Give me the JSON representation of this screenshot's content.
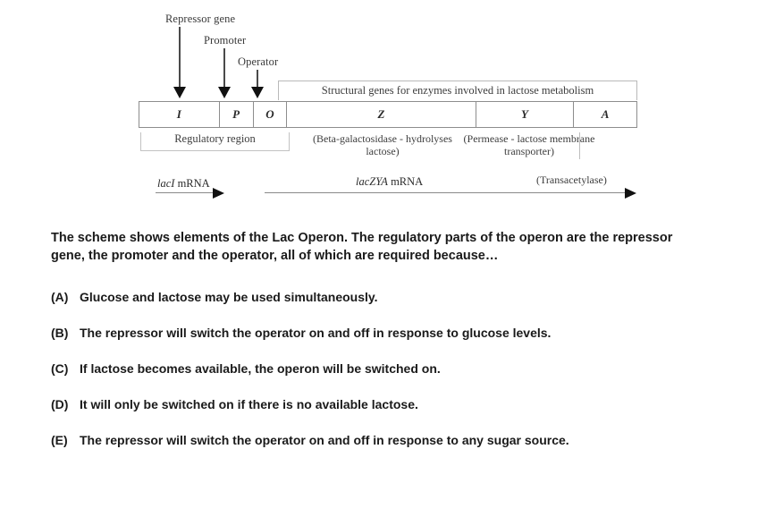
{
  "diagram": {
    "callouts": [
      {
        "label": "Repressor gene"
      },
      {
        "label": "Promoter"
      },
      {
        "label": "Operator"
      }
    ],
    "structural_bracket_label": "Structural genes for enzymes involved in lactose metabolism",
    "gene_table": {
      "cells": [
        {
          "label": "I"
        },
        {
          "label": "P"
        },
        {
          "label": "O"
        },
        {
          "label": "Z"
        },
        {
          "label": "Y"
        },
        {
          "label": "A"
        }
      ]
    },
    "regulatory_bracket_label": "Regulatory region",
    "gene_descriptions": {
      "z": "(Beta-galactosidase - hydrolyses lactose)",
      "y": "(Permease - lactose membrane transporter)",
      "a": "(Transacetylase)"
    },
    "mrna": {
      "laci_italic": "lacI",
      "laci_rest": " mRNA",
      "laczya_italic": "lacZYA",
      "laczya_rest": "   mRNA"
    }
  },
  "question": {
    "stem": "The scheme shows elements of the Lac Operon. The regulatory parts of the operon are the repressor gene, the promoter and the operator, all of which are required because…",
    "options": [
      {
        "letter": "(A)",
        "text": "Glucose and lactose may be used simultaneously."
      },
      {
        "letter": "(B)",
        "text": "The repressor will switch the operator on and off in response to glucose levels."
      },
      {
        "letter": "(C)",
        "text": "If lactose becomes available, the operon will be switched on."
      },
      {
        "letter": "(D)",
        "text": "It will only be switched on if there is no available lactose."
      },
      {
        "letter": "(E)",
        "text": "The repressor will switch the operator on and off in response to any sugar source."
      }
    ]
  }
}
